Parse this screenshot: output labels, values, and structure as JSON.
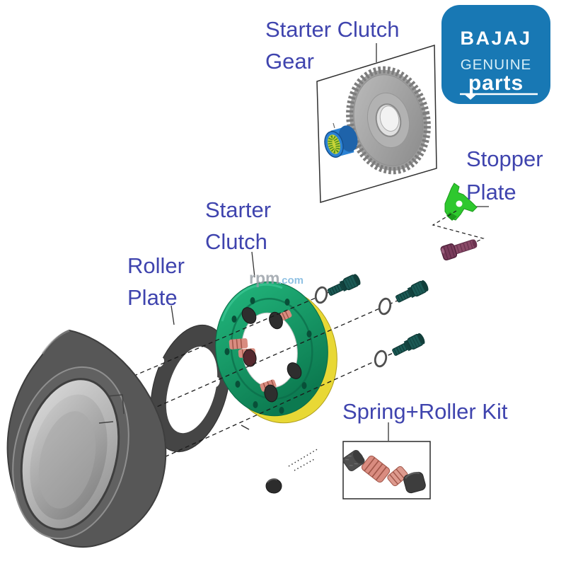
{
  "badge": {
    "brand": "BAJAJ",
    "genuine": "GENUINE",
    "parts": "parts",
    "bg_color": "#1878b4",
    "text_color": "#ffffff",
    "genuine_color": "#d6eef7"
  },
  "labels": {
    "color": "#3f44ae",
    "starter_clutch_gear": [
      "Starter Clutch",
      "Gear"
    ],
    "stopper_plate": [
      "Stopper",
      "Plate"
    ],
    "starter_clutch": [
      "Starter",
      "Clutch"
    ],
    "roller_plate": [
      "Roller",
      "Plate"
    ],
    "spring_roller_kit": "Spring+Roller Kit"
  },
  "watermark": {
    "gray": "rpm",
    "blue": ".com"
  },
  "colors": {
    "clutch_green": "#14a06b",
    "clutch_yellow": "#e8d835",
    "stopper_green": "#2ec82e",
    "bolt_teal": "#1b5a55",
    "spring_salmon": "#d98c80",
    "stopper_bolt_purple": "#8a4a68",
    "gear_gray": "#a5a5a5",
    "flywheel_gray": "#575757",
    "bearing_blue": "#2b82d4",
    "bearing_needle_yellow": "#c8d438"
  }
}
